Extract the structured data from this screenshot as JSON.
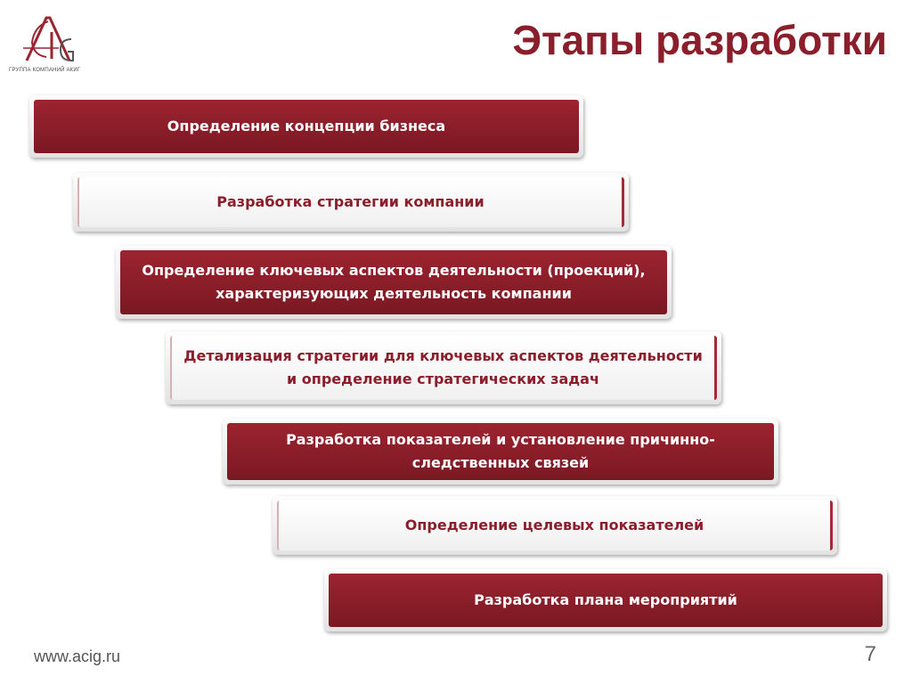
{
  "header": {
    "title": "Этапы разработки",
    "logo_caption": "ГРУППА КОМПАНИЙ АКИГ",
    "logo_text": "ACIG"
  },
  "steps": [
    {
      "label": "Определение концепции бизнеса",
      "style": "dark"
    },
    {
      "label": "Разработка стратегии компании",
      "style": "light"
    },
    {
      "label": "Определение ключевых аспектов деятельности (проекций), характеризующих деятельность компании",
      "style": "dark"
    },
    {
      "label": "Детализация стратегии для ключевых аспектов деятельности и определение стратегических задач",
      "style": "light"
    },
    {
      "label": "Разработка показателей и установление причинно-следственных связей",
      "style": "dark"
    },
    {
      "label": "Определение целевых показателей",
      "style": "light"
    },
    {
      "label": "Разработка плана мероприятий",
      "style": "dark"
    }
  ],
  "footer": {
    "url": "www.acig.ru",
    "page_number": "7"
  },
  "colors": {
    "brand_red": "#8b1e2b",
    "box_dark": "#8a1f2a"
  }
}
